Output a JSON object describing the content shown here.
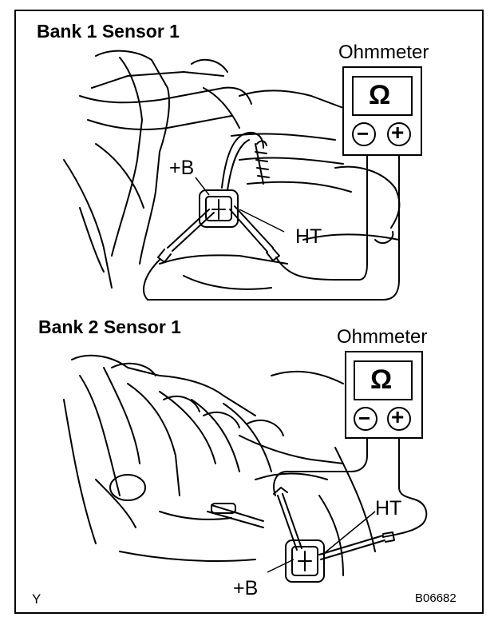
{
  "panels": [
    {
      "title": "Bank 1 Sensor 1",
      "meter_label": "Ohmmeter",
      "meter_symbol": "Ω",
      "terminal_negative": "−",
      "terminal_positive": "+",
      "labels": {
        "plus_b": "+B",
        "ht": "HT"
      }
    },
    {
      "title": "Bank 2 Sensor 1",
      "meter_label": "Ohmmeter",
      "meter_symbol": "Ω",
      "terminal_negative": "−",
      "terminal_positive": "+",
      "labels": {
        "plus_b": "+B",
        "ht": "HT"
      }
    }
  ],
  "footer": {
    "corner_mark": "Y",
    "figure_code": "B06682"
  },
  "colors": {
    "line": "#000000",
    "background": "#ffffff"
  }
}
